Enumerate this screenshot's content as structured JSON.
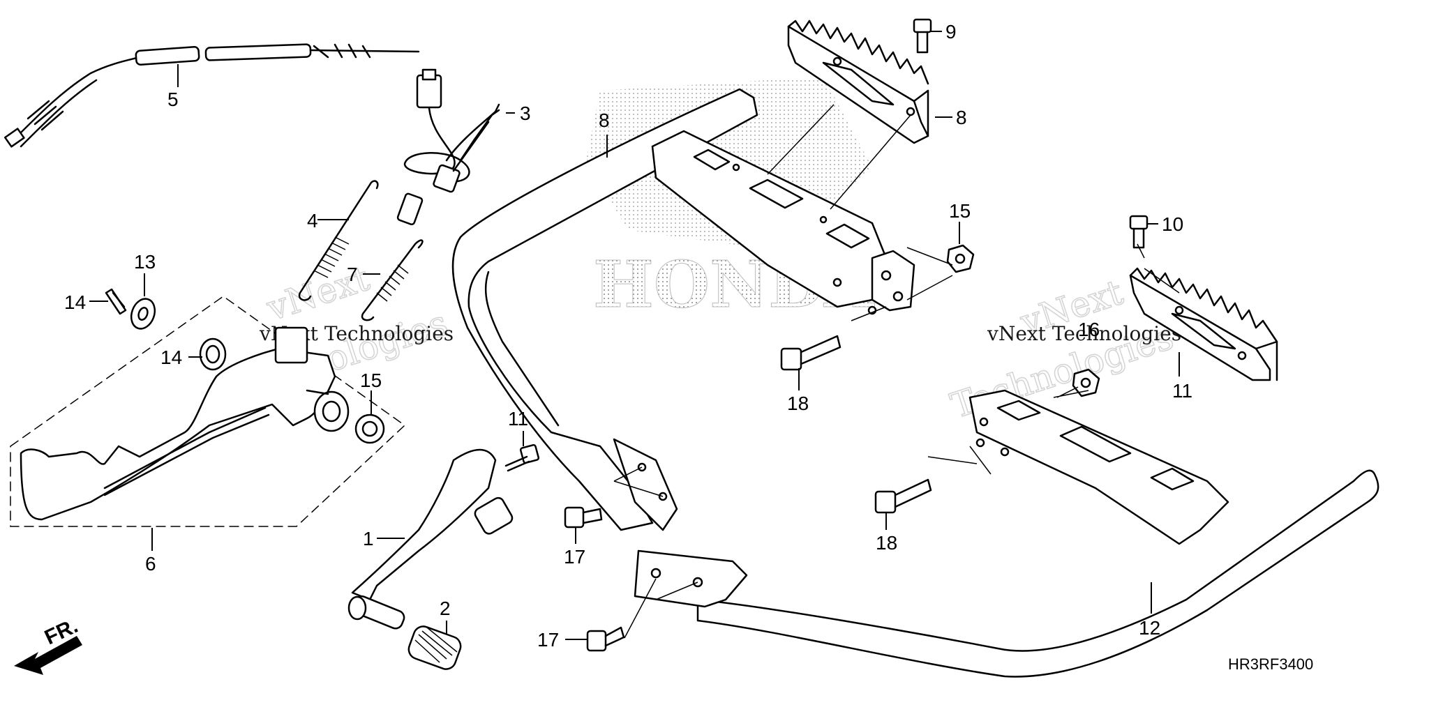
{
  "diagram": {
    "code": "HR3RF3400",
    "direction_label": "FR.",
    "watermarks": {
      "brand": "HONDA",
      "company": "vNext Technologies",
      "slant_top": "vNext",
      "slant_bottom": "Technologies"
    },
    "callouts": [
      {
        "id": "c1",
        "text": "1"
      },
      {
        "id": "c2",
        "text": "2"
      },
      {
        "id": "c3",
        "text": "3"
      },
      {
        "id": "c4",
        "text": "4"
      },
      {
        "id": "c5",
        "text": "5"
      },
      {
        "id": "c6",
        "text": "6"
      },
      {
        "id": "c7",
        "text": "7"
      },
      {
        "id": "c8a",
        "text": "8"
      },
      {
        "id": "c8b",
        "text": "8"
      },
      {
        "id": "c9",
        "text": "9"
      },
      {
        "id": "c10",
        "text": "10"
      },
      {
        "id": "c11a",
        "text": "11"
      },
      {
        "id": "c11b",
        "text": "11"
      },
      {
        "id": "c12",
        "text": "12"
      },
      {
        "id": "c13",
        "text": "13"
      },
      {
        "id": "c14a",
        "text": "14"
      },
      {
        "id": "c14b",
        "text": "14"
      },
      {
        "id": "c15a",
        "text": "15"
      },
      {
        "id": "c15b",
        "text": "15"
      },
      {
        "id": "c16",
        "text": "16"
      },
      {
        "id": "c17a",
        "text": "17"
      },
      {
        "id": "c17b",
        "text": "17"
      },
      {
        "id": "c18a",
        "text": "18"
      },
      {
        "id": "c18b",
        "text": "18"
      }
    ]
  }
}
